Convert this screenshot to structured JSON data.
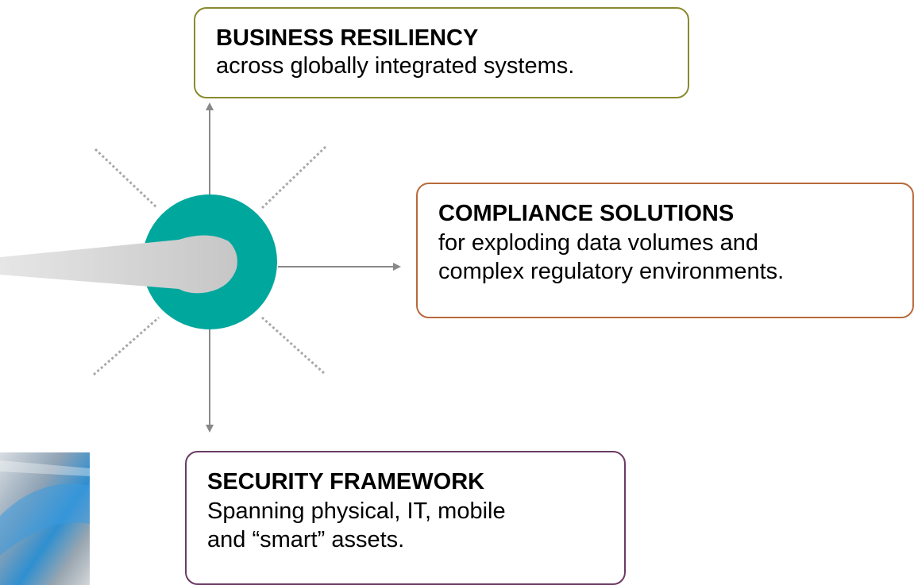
{
  "callouts": {
    "resiliency": {
      "heading": "BUSINESS RESILIENCY",
      "lines": [
        "across globally integrated systems."
      ]
    },
    "compliance": {
      "heading": "COMPLIANCE SOLUTIONS",
      "lines": [
        "for exploding data volumes and",
        "complex regulatory environments."
      ]
    },
    "security": {
      "heading": "SECURITY FRAMEWORK",
      "lines": [
        "Spanning physical, IT, mobile",
        "and “smart” assets."
      ]
    }
  },
  "colors": {
    "hub": "#00a79d",
    "hub_center": "#c8c8c8",
    "arrow": "#888888",
    "resiliency_border": "#8a8a2e",
    "compliance_border": "#b86a3a",
    "security_border": "#6b3a64"
  }
}
